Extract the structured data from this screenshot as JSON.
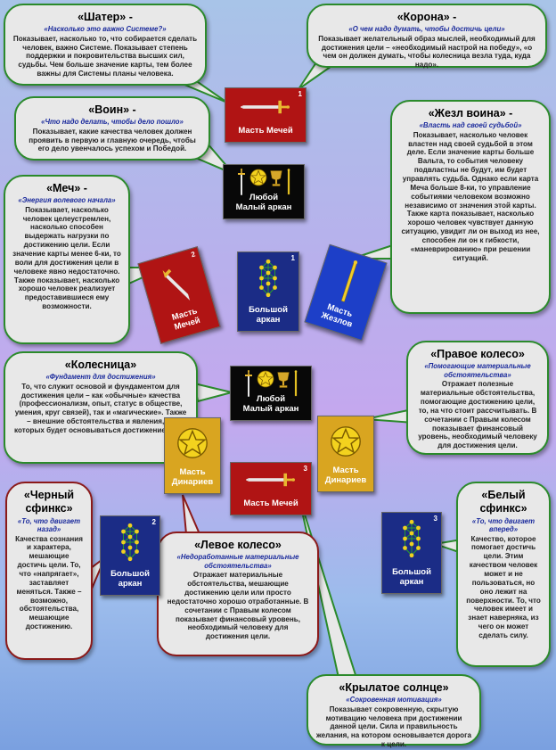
{
  "bubbles": {
    "shater": {
      "title": "«Шатер» -",
      "sub": "«Насколько это важно Системе?»",
      "body": "Показывает, насколько то, что собирается сделать человек, важно Системе. Показывает степень поддержки и покровительства высших сил, судьбы. Чем больше значение карты, тем более важны для Системы планы человека."
    },
    "korona": {
      "title": "«Корона» -",
      "sub": "«О чем надо думать, чтобы достичь цели»",
      "body": "Показывает желательный образ мыслей, необходимый для достижения цели – «необходимый настрой на победу», «о чем он должен думать, чтобы колесница везла туда, куда надо»."
    },
    "voin": {
      "title": "«Воин» -",
      "sub": "«Что надо делать, чтобы дело пошло»",
      "body": "Показывает, какие качества человек должен проявить в первую и главную очередь, чтобы его дело увенчалось успехом и Победой."
    },
    "zhezl": {
      "title": "«Жезл воина» -",
      "sub": "«Власть над своей судьбой»",
      "body": "Показывает, насколько человек властен над своей судьбой в этом деле. Если значение карты больше Вальта, то события человеку подвластны не будут, им будет управлять судьба. Однако если карта Меча больше 8-ки, то управление событиями человеком возможно независимо от значения этой карты. Также карта показывает, насколько хорошо человек чувствует данную ситуацию, увидит ли он выход из нее, способен ли он к гибкости, «маневрированию» при решении ситуаций."
    },
    "mech": {
      "title": "«Меч» -",
      "sub": "«Энергия волевого начала»",
      "body": "Показывает, насколько человек целеустремлен, насколько способен выдержать нагрузки по достижению цели. Если значение карты менее 6-ки, то воли для достижения цели в человеке явно недостаточно. Также показывает, насколько хорошо человек реализует предоставившиеся ему возможности."
    },
    "kolesnica": {
      "title": "«Колесница»",
      "sub": "«Фундамент для достижения»",
      "body": "То, что служит основой и фундаментом для достижения цели – как «обычные» качества (профессионализм, опыт, статус в обществе, умения, круг связей), так и «магические». Также – внешние обстоятельства и явления, на которых будет основываться достижение цели."
    },
    "pravoe": {
      "title": "«Правое колесо»",
      "sub": "«Помогающие материальные обстоятельства»",
      "body": "Отражает полезные материальные обстоятельства, помогающие достижению цели, то, на что стоит рассчитывать. В сочетании с Правым колесом показывает финансовый уровень, необходимый человеку для достижения цели."
    },
    "cherny": {
      "title": "«Черный сфинкс»",
      "sub": "«То, что двигает назад»",
      "body": "Качества сознания и характера, мешающие достичь цели. То, что «напрягает», заставляет меняться. Также – возможно, обстоятельства, мешающие достижению."
    },
    "levoe": {
      "title": "«Левое колесо»",
      "sub": "«Недоработанные материальные обстоятельства»",
      "body": "Отражает материальные обстоятельства, мешающие достижению цели или просто недостаточно хорошо отработанные. В сочетании с Правым колесом показывает финансовый уровень, необходимый человеку для достижения цели."
    },
    "bely": {
      "title": "«Белый сфинкс»",
      "sub": "«То, что двигает вперед»",
      "body": "Качество, которое помогает достичь цели. Этим качеством человек может и не пользоваться, но оно лежит на поверхности. То, что человек имеет и знает наверняка, из чего он может сделать силу."
    },
    "krylatoe": {
      "title": "«Крылатое солнце»",
      "sub": "«Сокровенная мотивация»",
      "body": "Показывает сокровенную, скрытую мотивацию человека при достижении данной цели. Сила и правильность желания, на котором основывается дорога к цели."
    }
  },
  "cards": {
    "c1": {
      "num": "1",
      "label": "Масть Мечей"
    },
    "c2": {
      "label1": "Любой",
      "label2": "Малый аркан"
    },
    "c3": {
      "num": "2",
      "label1": "Масть",
      "label2": "Мечей"
    },
    "c4": {
      "num": "1",
      "label1": "Большой",
      "label2": "аркан"
    },
    "c5": {
      "label1": "Масть",
      "label2": "Жезлов"
    },
    "c6": {
      "label1": "Любой",
      "label2": "Малый аркан"
    },
    "c7": {
      "label1": "Масть",
      "label2": "Динариев"
    },
    "c8": {
      "label1": "Масть",
      "label2": "Динариев"
    },
    "c9": {
      "num": "3",
      "label": "Масть Мечей"
    },
    "c10": {
      "num": "2",
      "label1": "Большой",
      "label2": "аркан"
    },
    "c11": {
      "num": "3",
      "label1": "Большой",
      "label2": "аркан"
    }
  },
  "colors": {
    "card_red": "#b01414",
    "card_blue": "#1b2c86",
    "card_black": "#080808",
    "card_gold": "#d9a520",
    "bubble_green_border": "#2b8a2b",
    "bubble_red_border": "#8b1a1a"
  }
}
